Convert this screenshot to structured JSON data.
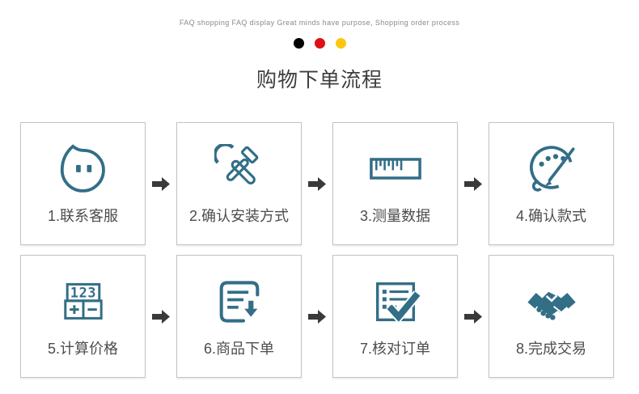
{
  "header": {
    "tagline": "FAQ shopping FAQ display Great minds have purpose, Shopping order process",
    "dots": [
      {
        "name": "dot-black",
        "color": "#000000"
      },
      {
        "name": "dot-red",
        "color": "#dd1117"
      },
      {
        "name": "dot-yellow",
        "color": "#fdc60e"
      }
    ],
    "title": "购物下单流程"
  },
  "steps": [
    {
      "label": "1.联系客服",
      "icon": "chat-bubble-icon"
    },
    {
      "label": "2.确认安装方式",
      "icon": "wrench-hammer-icon"
    },
    {
      "label": "3.测量数据",
      "icon": "ruler-icon"
    },
    {
      "label": "4.确认款式",
      "icon": "palette-icon"
    },
    {
      "label": "5.计算价格",
      "icon": "calculator-icon",
      "icon_text": "123"
    },
    {
      "label": "6.商品下单",
      "icon": "order-download-icon"
    },
    {
      "label": "7.核对订单",
      "icon": "order-check-icon"
    },
    {
      "label": "8.完成交易",
      "icon": "handshake-icon"
    }
  ],
  "colors": {
    "icon_color": "#336e87",
    "box_border": "#c3c3c3",
    "label_text": "#4d4d4d",
    "title_text": "#3d3d3d",
    "tagline_text": "#8a8a8a",
    "arrow": "#3a3a3a"
  }
}
